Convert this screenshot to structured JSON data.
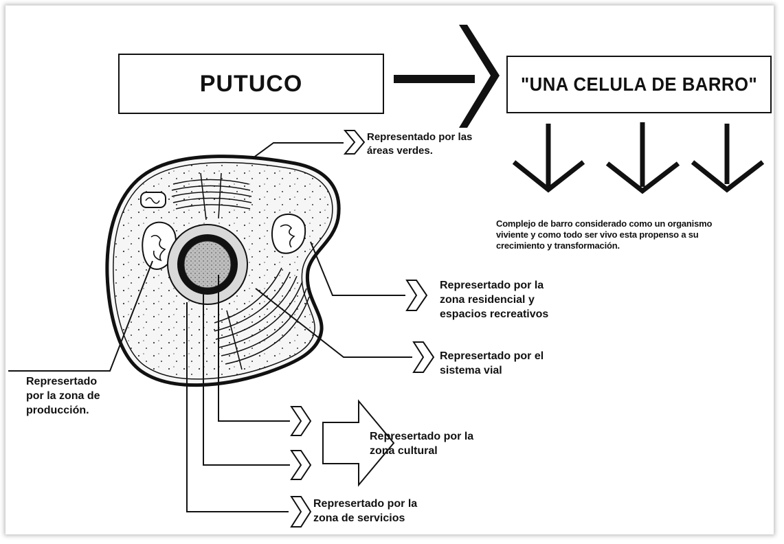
{
  "title_left": "PUTUCO",
  "title_right": "\"UNA CELULA DE BARRO\"",
  "description": {
    "line1": "Complejo de barro considerado como un organismo",
    "line2": "viviente y como todo ser vivo esta propenso a su",
    "line3": "crecimiento y transformación."
  },
  "labels": {
    "areas_verdes": {
      "line1": "Representado por las",
      "line2": "áreas verdes."
    },
    "residencial": {
      "line1": "Represertado por la",
      "line2": "zona residencial y",
      "line3": "espacios recreativos"
    },
    "vial": {
      "line1": "Represertado por el",
      "line2": "sistema vial"
    },
    "produccion": {
      "line1": "Represertado",
      "line2": "por la zona de",
      "line3": "producción."
    },
    "cultural": {
      "line1": "Represertado por la",
      "line2": "zona cultural"
    },
    "servicios": {
      "line1": "Represertado por la",
      "line2": "zona de servicios"
    }
  },
  "colors": {
    "ink": "#111111",
    "nucleus_fill": "#b9b9b9",
    "cell_fill": "#f4f4f4"
  }
}
